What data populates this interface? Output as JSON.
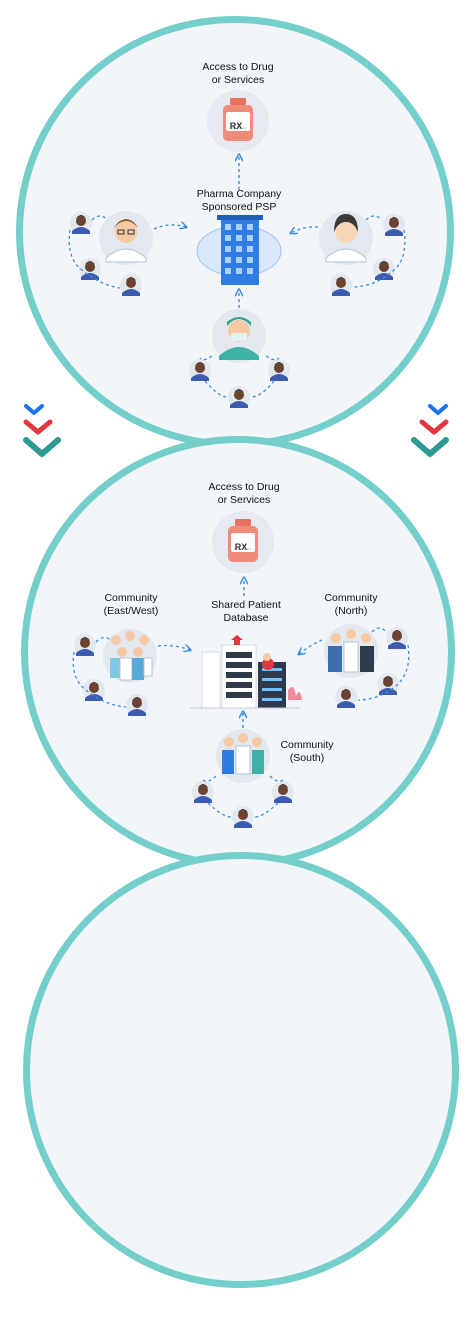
{
  "diagram_1": {
    "top_label_line1": "Access to Drug",
    "top_label_line2": "or Services",
    "hub_label_line1": "Pharma Company",
    "hub_label_line2": "Sponsored PSP",
    "rx_text": "RX"
  },
  "diagram_2": {
    "top_label_line1": "Access to Drug",
    "top_label_line2": "or Services",
    "hub_label_line1": "Shared Patient",
    "hub_label_line2": "Database",
    "left_label_line1": "Community",
    "left_label_line2": "(East/West)",
    "right_label_line1": "Community",
    "right_label_line2": "(North)",
    "bottom_label_line1": "Community",
    "bottom_label_line2": "(South)",
    "rx_text": "RX"
  },
  "colors": {
    "ring": "#74cfca",
    "circle_fill": "#f2f5fa",
    "rx_bottle": "#f08a7a",
    "arrow": "#3b8fe0",
    "chevron_blue": "#1a73e8",
    "chevron_red": "#e0383e",
    "chevron_teal": "#2e9a94"
  }
}
